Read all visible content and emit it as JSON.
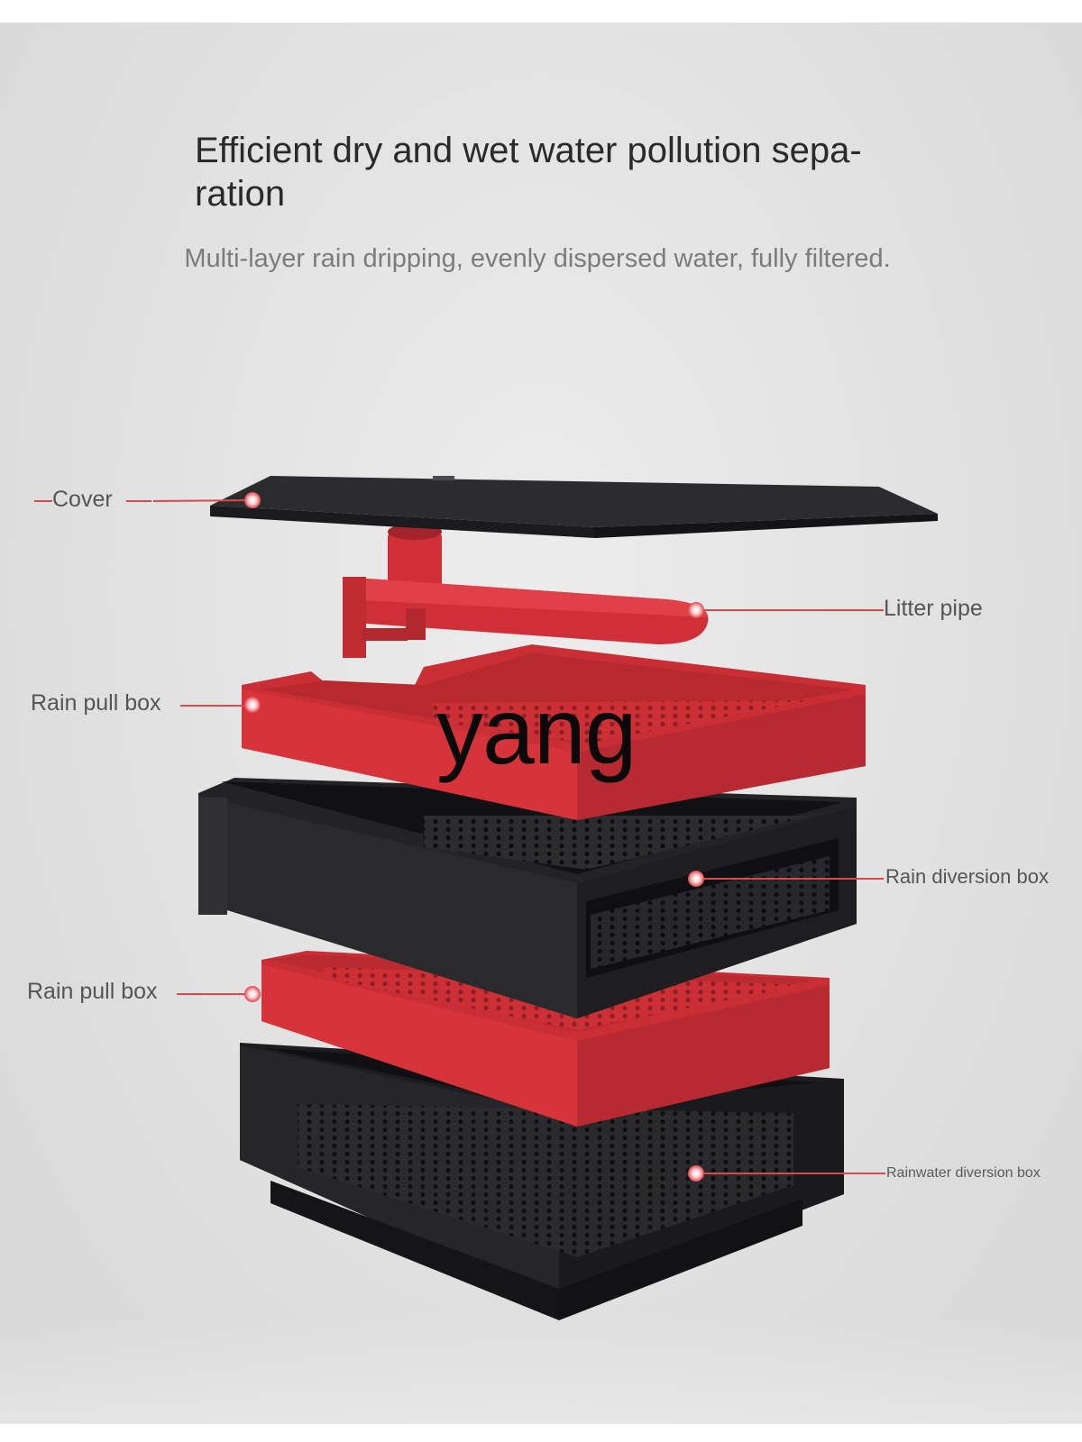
{
  "header": {
    "title": "Efficient dry and wet water pollution sepa-ration",
    "subtitle": "Multi-layer rain dripping, evenly dispersed water, fully filtered."
  },
  "labels": {
    "cover": "Cover",
    "litter_pipe": "Litter pipe",
    "rain_pull_box_upper": "Rain pull box",
    "rain_diversion_box": "Rain diversion box",
    "rain_pull_box_lower": "Rain pull box",
    "rainwater_diversion_box": "Rainwater diversion box"
  },
  "watermark": "yang",
  "colors": {
    "red": "#d6333a",
    "red_dark": "#a7262b",
    "black": "#2a2a2c",
    "black_dark": "#1a1a1c",
    "callout": "#d84a4f"
  }
}
